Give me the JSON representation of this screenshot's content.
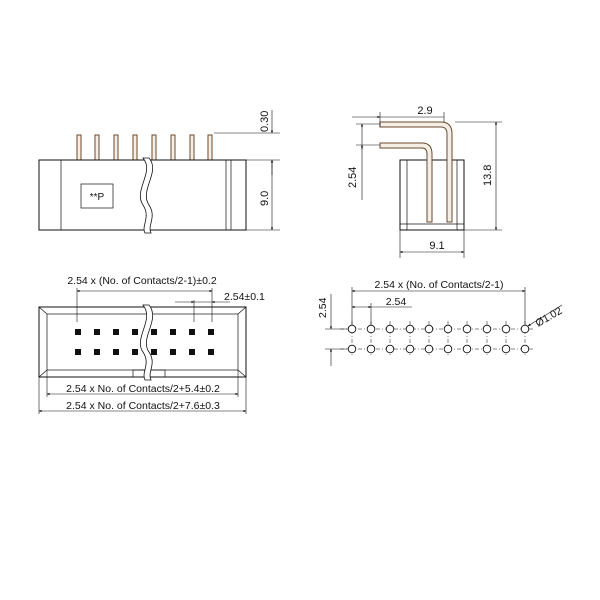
{
  "front_view": {
    "label_box": "**P",
    "dim_pin_height": "0.30",
    "dim_body_height": "9.0"
  },
  "side_view": {
    "dim_top": "2.9",
    "dim_pitch": "2.54",
    "dim_height": "13.8",
    "dim_width": "9.1"
  },
  "top_view": {
    "dim_contacts": "2.54 x (No. of Contacts/2-1)±0.2",
    "dim_pitch": "2.54±0.1",
    "dim_inner": "2.54 x No. of Contacts/2+5.4±0.2",
    "dim_outer": "2.54 x No. of Contacts/2+7.6±0.3"
  },
  "pcb_layout": {
    "dim_span": "2.54 x (No. of Contacts/2-1)",
    "dim_pitch_h": "2.54",
    "dim_pitch_v": "2.54",
    "dim_hole": "Ø1.02"
  },
  "colors": {
    "line": "#111111",
    "pin": "#6b4a2c"
  }
}
